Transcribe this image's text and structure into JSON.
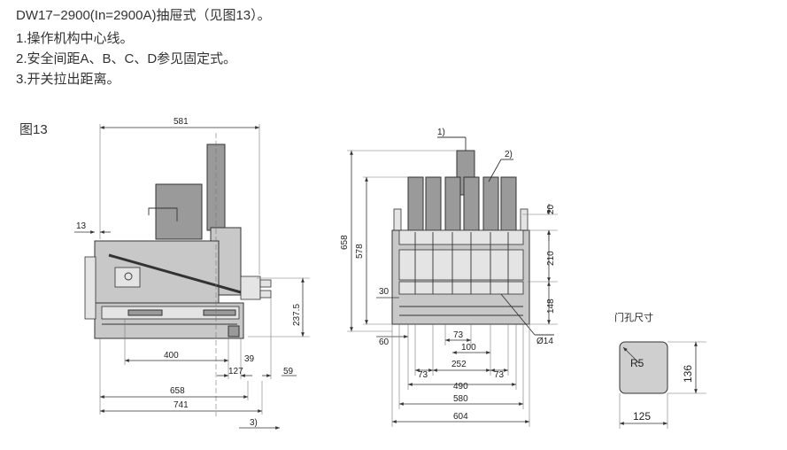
{
  "header": {
    "title": "DW17−2900(In=2900A)抽屉式（见图13）。",
    "notes": [
      "1.操作机构中心线。",
      "2.安全间距A、B、C、D参见固定式。",
      "3.开关拉出距离。"
    ],
    "figure_label": "图13"
  },
  "side_view": {
    "dims": {
      "d581": "581",
      "d13": "13",
      "d237_5": "237.5",
      "d400": "400",
      "d39": "39",
      "d127": "127",
      "d59": "59",
      "d658": "658",
      "d741": "741",
      "n3": "3)"
    }
  },
  "front_view": {
    "dims": {
      "n1": "1)",
      "n2": "2)",
      "d658": "658",
      "d578": "578",
      "d20": "20",
      "d210": "210",
      "d148": "148",
      "d30": "30",
      "d60": "60",
      "d73a": "73",
      "d100": "100",
      "d14": "Ø14",
      "d73b": "73",
      "d252": "252",
      "d73c": "73",
      "d490": "490",
      "d580": "580",
      "d604": "604"
    }
  },
  "door_cutout": {
    "title": "门孔尺寸",
    "radius": "R5",
    "width": "125",
    "height": "136"
  },
  "colors": {
    "body_fill": "#c8c8c8",
    "dark_fill": "#9a9a9a",
    "line": "#333333"
  }
}
